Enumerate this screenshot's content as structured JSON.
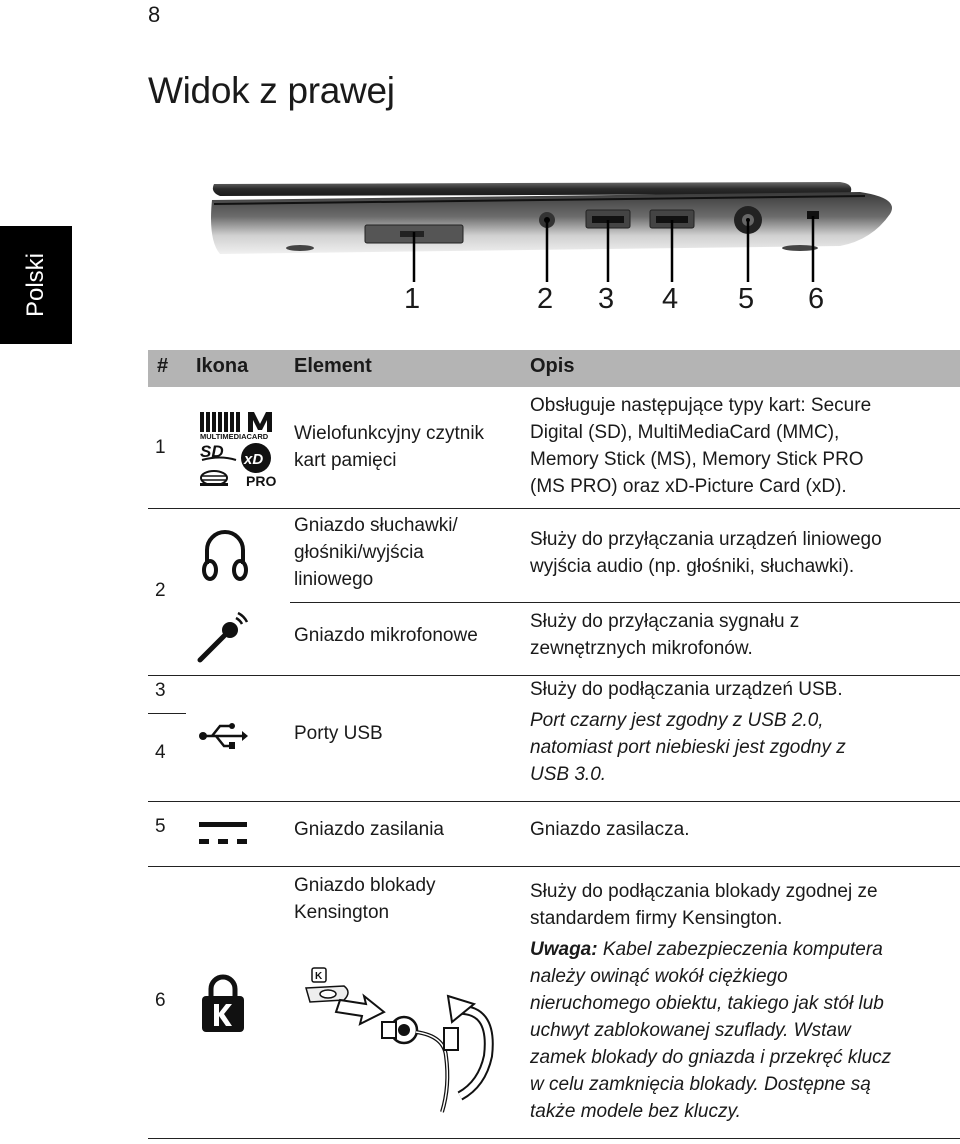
{
  "page_number": "8",
  "page_title": "Widok z prawej",
  "side_tab": "Polski",
  "callouts": [
    "1",
    "2",
    "3",
    "4",
    "5",
    "6"
  ],
  "table": {
    "headers": {
      "num": "#",
      "icon": "Ikona",
      "element": "Element",
      "desc": "Opis"
    },
    "rows": [
      {
        "num": "1",
        "icons": [
          "multimediacard-icon",
          "sd-icon",
          "xd-icon",
          "memory-stick-pro-icon"
        ],
        "logo_text": {
          "mmc": "MULTIMEDIACARD",
          "sd": "SD",
          "xd": "xD",
          "pro": "PRO"
        },
        "element": [
          "Wielofunkcyjny czytnik",
          "kart pamięci"
        ],
        "desc": [
          "Obsługuje następujące typy kart: Secure",
          "Digital (SD), MultiMediaCard (MMC),",
          "Memory Stick (MS), Memory Stick PRO",
          "(MS PRO) oraz xD-Picture Card (xD)."
        ]
      },
      {
        "num": "2",
        "icon": "headphones-icon",
        "element": [
          "Gniazdo słuchawki/",
          "głośniki/wyjścia",
          "liniowego"
        ],
        "desc": [
          "Służy do przyłączania urządzeń liniowego",
          "wyjścia audio (np. głośniki, słuchawki)."
        ]
      },
      {
        "icon": "microphone-icon",
        "element": [
          "Gniazdo mikrofonowe"
        ],
        "desc": [
          "Służy do przyłączania sygnału z",
          "zewnętrznych mikrofonów."
        ]
      },
      {
        "num": [
          "3",
          "4"
        ],
        "icon": "usb-icon",
        "element": [
          "Porty USB"
        ],
        "desc": [
          "Służy do podłączania urządzeń USB."
        ],
        "desc_italic": [
          "Port czarny jest zgodny z USB 2.0,",
          "natomiast port niebieski jest zgodny z",
          "USB 3.0."
        ]
      },
      {
        "num": "5",
        "icon": "dc-power-icon",
        "element": [
          "Gniazdo zasilania"
        ],
        "desc": [
          "Gniazdo zasilacza."
        ]
      },
      {
        "num": "6",
        "icon": "kensington-lock-icon",
        "element": [
          "Gniazdo blokady",
          "Kensington"
        ],
        "desc": [
          "Służy do podłączania blokady zgodnej ze",
          "standardem firmy Kensington."
        ],
        "note_label": "Uwaga:",
        "note_first": " Kabel zabezpieczenia komputera",
        "note": [
          "należy owinąć wokół ciężkiego",
          "nieruchomego obiektu, takiego jak stół lub",
          "uchwyt zablokowanej szuflady. Wstaw",
          "zamek blokady do gniazda i przekręć klucz",
          "w celu zamknięcia blokady. Dostępne są",
          "także modele bez kluczy."
        ]
      }
    ]
  }
}
